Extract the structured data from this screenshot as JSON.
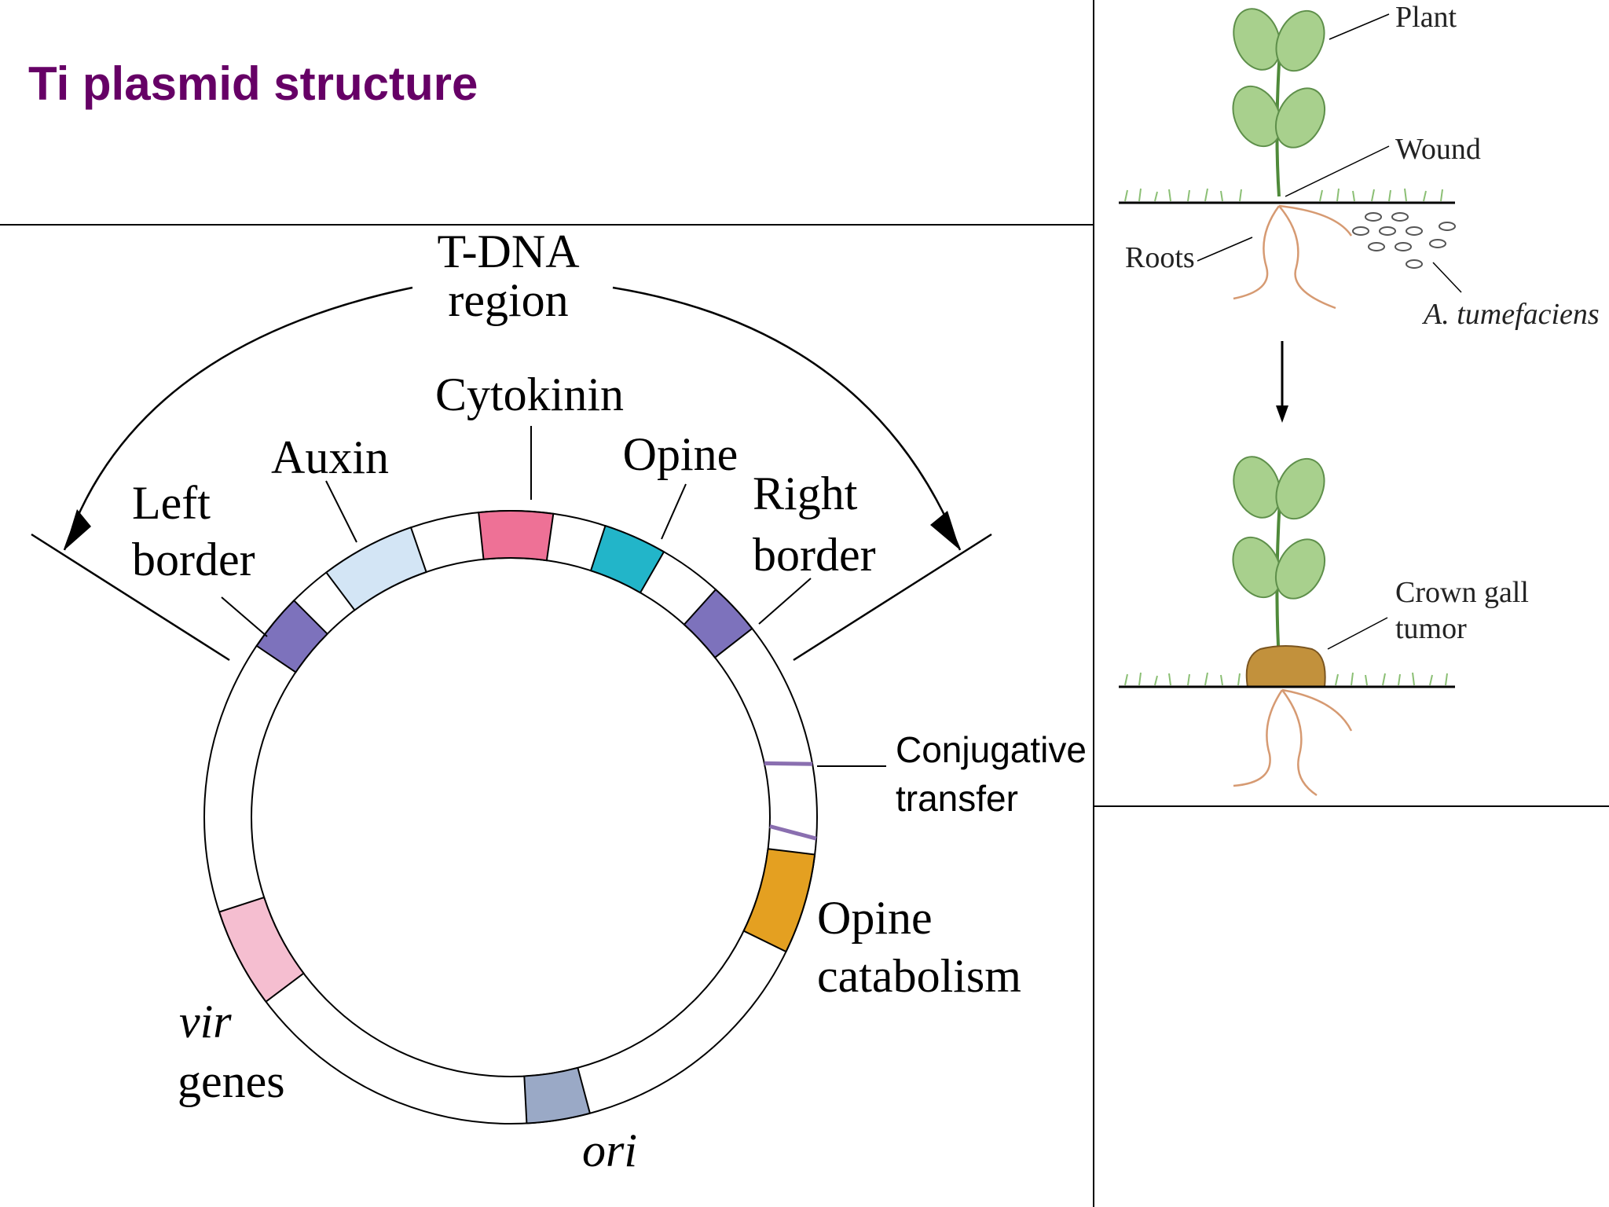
{
  "title": "Ti plasmid structure",
  "plasmid": {
    "tdna_line1": "T-DNA",
    "tdna_line2": "region",
    "cytokinin": "Cytokinin",
    "auxin": "Auxin",
    "opine": "Opine",
    "left_border_1": "Left",
    "left_border_2": "border",
    "right_border_1": "Right",
    "right_border_2": "border",
    "conjugative_1": "Conjugative",
    "conjugative_2": "transfer",
    "opine_cat_1": "Opine",
    "opine_cat_2": "catabolism",
    "vir_1": "vir",
    "vir_2": "genes",
    "ori": "ori",
    "colors": {
      "cytokinin": "#ee7196",
      "auxin": "#d3e5f5",
      "opine": "#22b5c9",
      "border": "#7d72bc",
      "opine_catabolism": "#e4a021",
      "vir": "#f5bed0",
      "ori": "#9aa9c6",
      "conjugative": "#8a6fb0"
    }
  },
  "infection": {
    "plant": "Plant",
    "wound": "Wound",
    "roots": "Roots",
    "bacterium": "A. tumefaciens",
    "gall_1": "Crown gall",
    "gall_2": "tumor",
    "colors": {
      "leaf": "#a8d08d",
      "stem": "#4f8a3a",
      "root": "#d69a72",
      "gall": "#c2913c"
    }
  }
}
